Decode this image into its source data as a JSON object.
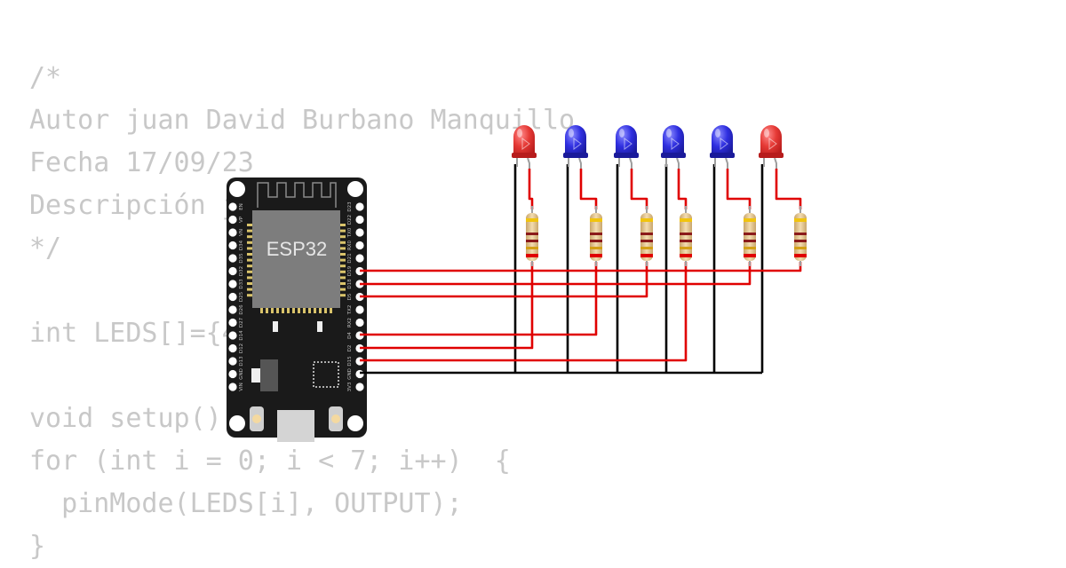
{
  "code_lines": [
    "/*",
    "Autor juan David Burbano Manquillo",
    "Fecha 17/09/23",
    "Descripción juego",
    "*/",
    "",
    "int LEDS[]={4,18,19};",
    "",
    "void setup() {",
    "for (int i = 0; i < 7; i++)  {",
    "  pinMode(LEDS[i], OUTPUT);",
    "}"
  ],
  "board": {
    "chip_label": "ESP32",
    "left_pin_labels": [
      "EN",
      "VP",
      "VN",
      "D34",
      "D35",
      "D32",
      "D33",
      "D25",
      "D26",
      "D27",
      "D14",
      "D12",
      "D13",
      "GND",
      "VIN"
    ],
    "right_pin_labels": [
      "D23",
      "D22",
      "TX0",
      "RX0",
      "D21",
      "D19",
      "D18",
      "D5",
      "TX2",
      "RX2",
      "D4",
      "D2",
      "D15",
      "GND",
      "3V3"
    ]
  },
  "leds": [
    {
      "color": "red"
    },
    {
      "color": "blue"
    },
    {
      "color": "blue"
    },
    {
      "color": "blue"
    },
    {
      "color": "blue"
    },
    {
      "color": "red"
    }
  ],
  "colors": {
    "led_red": "#e53935",
    "led_blue": "#2f2fe0",
    "signal_wire": "#e00000",
    "ground_wire": "#000000",
    "board": "#1a1a1a",
    "chip": "#7d7d7d"
  }
}
